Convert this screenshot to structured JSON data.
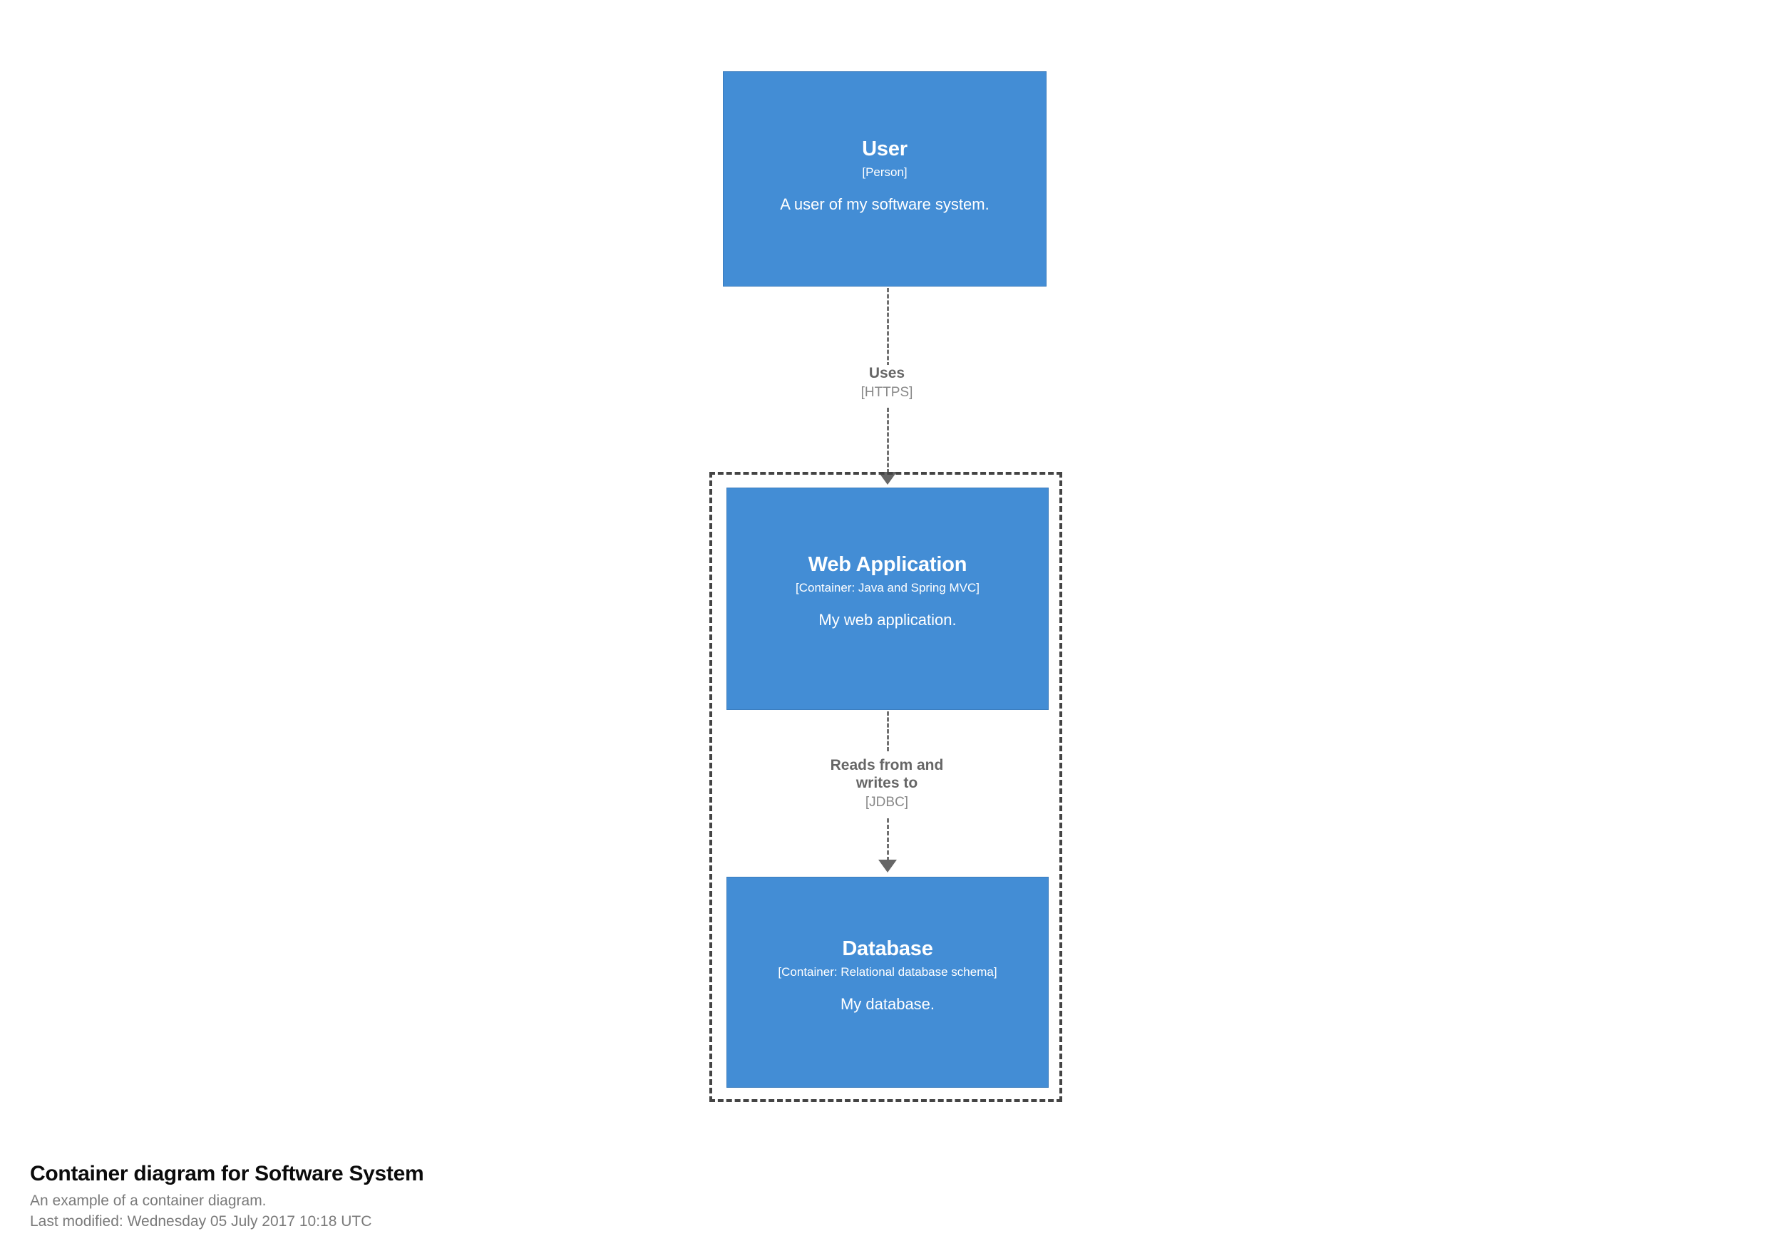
{
  "diagram": {
    "kind": "c4-container-diagram",
    "colors": {
      "element_fill": "#438dd5",
      "element_border": "#3b7cbd",
      "element_text": "#ffffff",
      "boundary_border": "#444444",
      "relationship_line": "#707070",
      "relationship_label": "#666666",
      "relationship_technology": "#888888",
      "background": "#ffffff",
      "footer_title": "#0b0b0b",
      "footer_text": "#7a7a7a"
    },
    "boundary": {
      "name": "software-system-boundary",
      "style": "dashed"
    },
    "nodes": [
      {
        "id": "user",
        "name": "User",
        "type": "[Person]",
        "description": "A user of my software system."
      },
      {
        "id": "web-application",
        "name": "Web Application",
        "type": "[Container: Java and Spring MVC]",
        "description": "My web application."
      },
      {
        "id": "database",
        "name": "Database",
        "type": "[Container: Relational database schema]",
        "description": "My database."
      }
    ],
    "relationships": [
      {
        "id": "user-to-webapp",
        "source": "user",
        "target": "web-application",
        "description": "Uses",
        "technology": "[HTTPS]"
      },
      {
        "id": "webapp-to-database",
        "source": "web-application",
        "target": "database",
        "description": "Reads from and\nwrites to",
        "technology": "[JDBC]"
      }
    ]
  },
  "footer": {
    "title": "Container diagram for Software System",
    "subtitle": "An example of a container diagram.",
    "last_modified": "Last modified: Wednesday 05 July 2017 10:18 UTC"
  }
}
